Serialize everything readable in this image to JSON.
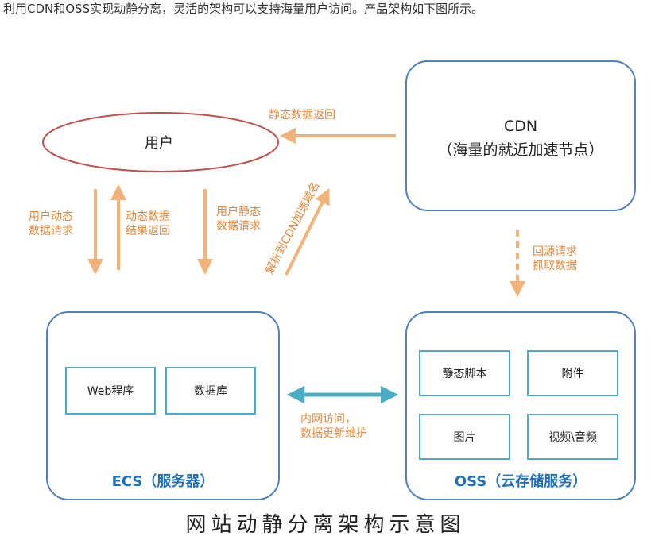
{
  "intro": "利用CDN和OSS实现动静分离，灵活的架构可以支持海量用户访问。产品架构如下图所示。",
  "user": {
    "label": "用户"
  },
  "cdn": {
    "line1": "CDN",
    "line2": "（海量的就近加速节点）"
  },
  "ecs": {
    "title": "ECS（服务器）",
    "web": "Web程序",
    "db": "数据库"
  },
  "oss": {
    "title": "OSS（云存储服务）",
    "items": [
      "静态脚本",
      "附件",
      "图片",
      "视频\\音频"
    ]
  },
  "labels": {
    "static_return": "静态数据返回",
    "dynamic_request": [
      "用户动态",
      "数据请求"
    ],
    "dynamic_return": [
      "动态数据",
      "结果返回"
    ],
    "static_request": [
      "用户静态",
      "数据请求"
    ],
    "resolve_cdn": "解析到CDN加速域名",
    "origin_fetch": [
      "回源请求",
      "抓取数据"
    ],
    "intranet": [
      "内网访问，",
      "数据更新维护"
    ]
  },
  "colors": {
    "arrow_orange": "#f2b27a",
    "arrow_teal": "#4bacc6",
    "label_orange": "#e6873a",
    "box_border": "#4f81bd",
    "title_blue": "#1f6fc0",
    "ellipse_border": "#c0504d"
  },
  "caption": "网站动静分离架构示意图"
}
